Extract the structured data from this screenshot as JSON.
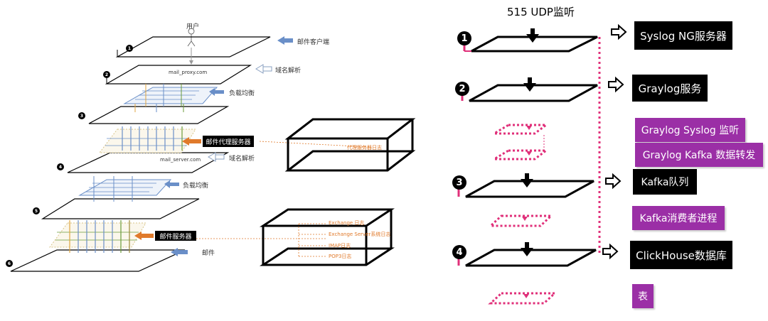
{
  "left": {
    "user_label": "用户",
    "mail_client": "邮件客户端",
    "mail_proxy_host": "mail_proxy.com",
    "dns_1": "域名解析",
    "lb_1": "负载均衡",
    "proxy_server": "邮件代理服务器",
    "mail_server_host": "mail_server.com",
    "dns_2": "域名解析",
    "lb_2": "负载均衡",
    "mail_server": "邮件服务器",
    "mail": "邮件",
    "proxy_log": "代理服务器日志",
    "exchange_log1": "Exchange 日志",
    "exchange_log2": "Exchange Server系统日志",
    "imap_log": "IMAP日志",
    "pop3_log": "POP3日志",
    "layer_numbers": [
      "1",
      "2",
      "3",
      "4",
      "5",
      "6"
    ]
  },
  "right": {
    "title": "515 UDP监听",
    "layer_numbers": [
      "1",
      "2",
      "3",
      "4"
    ],
    "syslog_ng": "Syslog NG服务器",
    "graylog_service": "Graylog服务",
    "graylog_syslog": "Graylog Syslog 监听",
    "graylog_kafka": "Graylog Kafka 数据转发",
    "kafka_queue": "Kafka队列",
    "kafka_consumer": "Kafka消费者进程",
    "clickhouse": "ClickHouse数据库",
    "table": "表"
  }
}
